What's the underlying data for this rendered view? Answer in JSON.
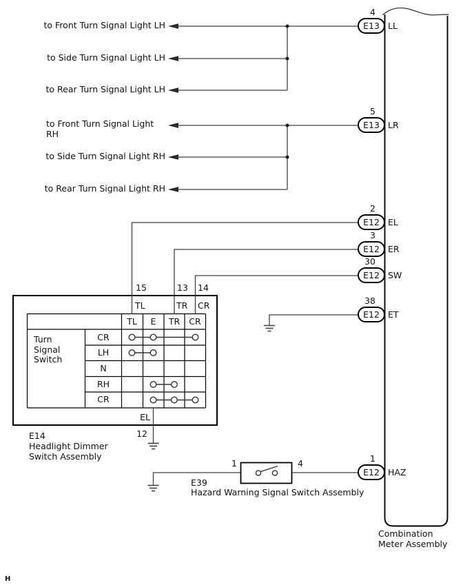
{
  "footer": {
    "page_marker": "H"
  },
  "destinations": {
    "items": [
      {
        "label": "to Front Turn Signal Light LH"
      },
      {
        "label": "to Side Turn Signal Light LH"
      },
      {
        "label": "to Rear Turn Signal Light LH"
      },
      {
        "label": "to Front Turn Signal Light\nRH"
      },
      {
        "label": "to Side Turn Signal Light RH"
      },
      {
        "label": "to Rear Turn Signal Light RH"
      }
    ]
  },
  "combination_meter": {
    "name": "Combination\nMeter Assembly",
    "connectors": [
      {
        "pin": "4",
        "connector": "E13",
        "terminal": "LL"
      },
      {
        "pin": "5",
        "connector": "E13",
        "terminal": "LR"
      },
      {
        "pin": "2",
        "connector": "E12",
        "terminal": "EL"
      },
      {
        "pin": "3",
        "connector": "E12",
        "terminal": "ER"
      },
      {
        "pin": "30",
        "connector": "E12",
        "terminal": "SW"
      },
      {
        "pin": "38",
        "connector": "E12",
        "terminal": "ET"
      },
      {
        "pin": "1",
        "connector": "E12",
        "terminal": "HAZ"
      }
    ]
  },
  "turn_signal_switch": {
    "connector_id": "E14",
    "assembly_name": "Headlight Dimmer\nSwitch Assembly",
    "component_name": "Turn\nSignal\nSwitch",
    "top_pins": [
      {
        "pin": "15",
        "terminal": "TL"
      },
      {
        "pin": "13",
        "terminal": "TR"
      },
      {
        "pin": "14",
        "terminal": "CR"
      }
    ],
    "bottom_pin": {
      "pin": "12",
      "terminal": "EL"
    },
    "table": {
      "columns": [
        "TL",
        "E",
        "TR",
        "CR"
      ],
      "rows": [
        {
          "label": "CR",
          "closed_between": "TL-E-CR"
        },
        {
          "label": "LH",
          "closed_between": "TL-E"
        },
        {
          "label": "N",
          "closed_between": ""
        },
        {
          "label": "RH",
          "closed_between": "E-TR"
        },
        {
          "label": "CR",
          "closed_between": "E-TR-CR"
        }
      ]
    }
  },
  "hazard_switch": {
    "connector_id": "E39",
    "assembly_name": "Hazard Warning Signal Switch Assembly",
    "pin_left": "1",
    "pin_right": "4"
  }
}
